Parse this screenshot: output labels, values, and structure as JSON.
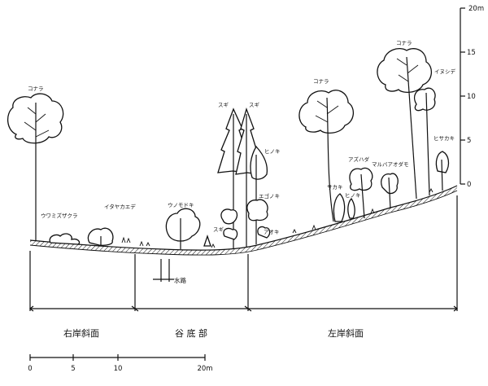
{
  "vertical_scale": {
    "unit_label": "20m",
    "ticks": [
      "15",
      "10",
      "5",
      "0"
    ]
  },
  "horizontal_scale": {
    "ticks": [
      "0",
      "5",
      "10",
      "20m"
    ]
  },
  "sections": {
    "right_bank": "右岸斜面",
    "valley_floor": "谷 底 部",
    "left_bank": "左岸斜面"
  },
  "water_trace_label": "水路",
  "species": {
    "konara_left": "コナラ",
    "uwamizuzakura": "ウワミズザクラ",
    "itayakaede": "イタヤカエデ",
    "unomotodoki": "ウノモドキ",
    "sugi_low": "スギ",
    "sugi_a": "スギ",
    "sugi_b": "スギ",
    "hinoki": "ヒノキ",
    "egonoki": "エゴノキ",
    "aoki": "アオキ",
    "konara_mid": "コナラ",
    "sakaki": "サカキ",
    "hinoki_small": "ヒノキ",
    "asuhadagi": "アズハダ",
    "marubaaodamo": "マルバアオダモ",
    "konara_right": "コナラ",
    "inushide": "イヌシデ",
    "hisakaki": "ヒサカキ"
  }
}
